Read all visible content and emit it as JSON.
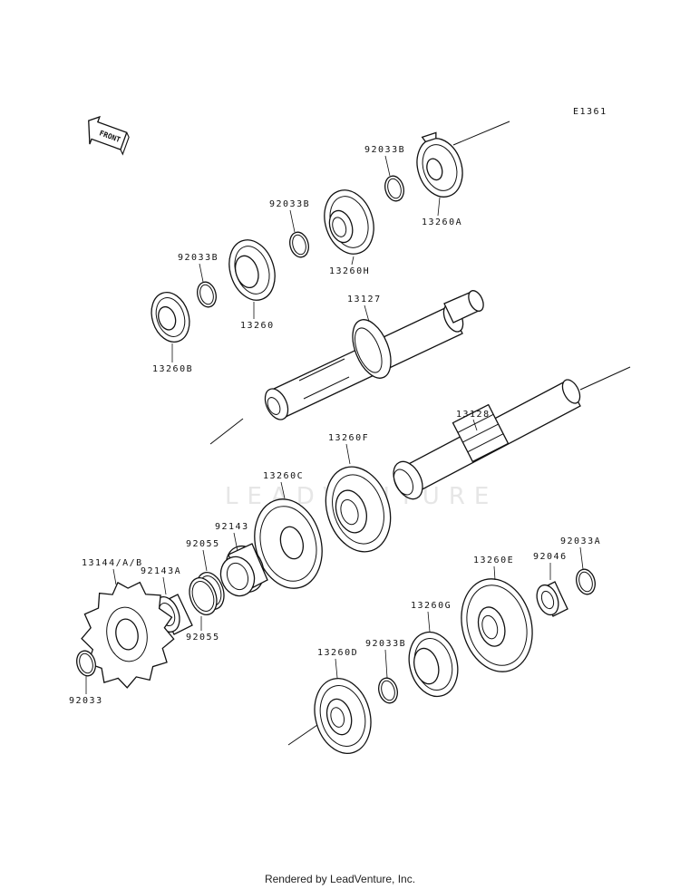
{
  "diagram": {
    "ref_code": "E1361",
    "front_label": "FRONT",
    "watermark": "LEADVENTURE",
    "footer": "Rendered by LeadVenture, Inc."
  },
  "parts": {
    "p_13260A": "13260A",
    "p_92033B_top": "92033B",
    "p_13260H": "13260H",
    "p_92033B_mid": "92033B",
    "p_13260": "13260",
    "p_92033B_left": "92033B",
    "p_13260B": "13260B",
    "p_13127": "13127",
    "p_13128": "13128",
    "p_13260F": "13260F",
    "p_13260C": "13260C",
    "p_92143": "92143",
    "p_92055_top": "92055",
    "p_92055_bottom": "92055",
    "p_92143A": "92143A",
    "p_13144AB": "13144/A/B",
    "p_92033": "92033",
    "p_92033A": "92033A",
    "p_92046": "92046",
    "p_13260E": "13260E",
    "p_13260G": "13260G",
    "p_92033B_low": "92033B",
    "p_13260D": "13260D"
  }
}
